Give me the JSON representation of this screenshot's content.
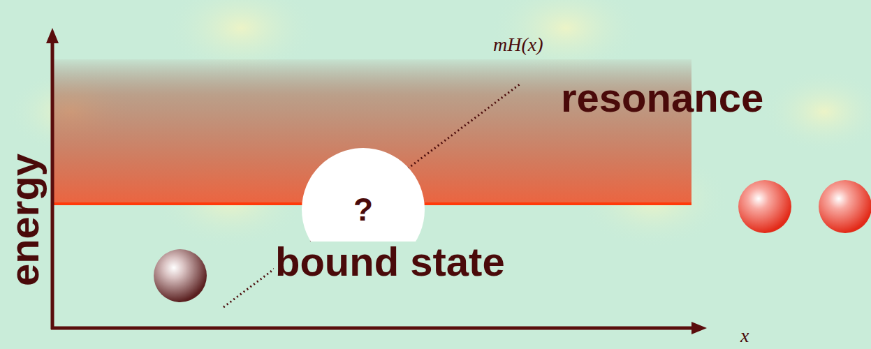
{
  "diagram": {
    "nodes": [
      {
        "text": [
          "?"
        ]
      }
    ],
    "labels": [
      "energy",
      "resonance",
      "bound state",
      "mH(x)",
      "x"
    ]
  }
}
